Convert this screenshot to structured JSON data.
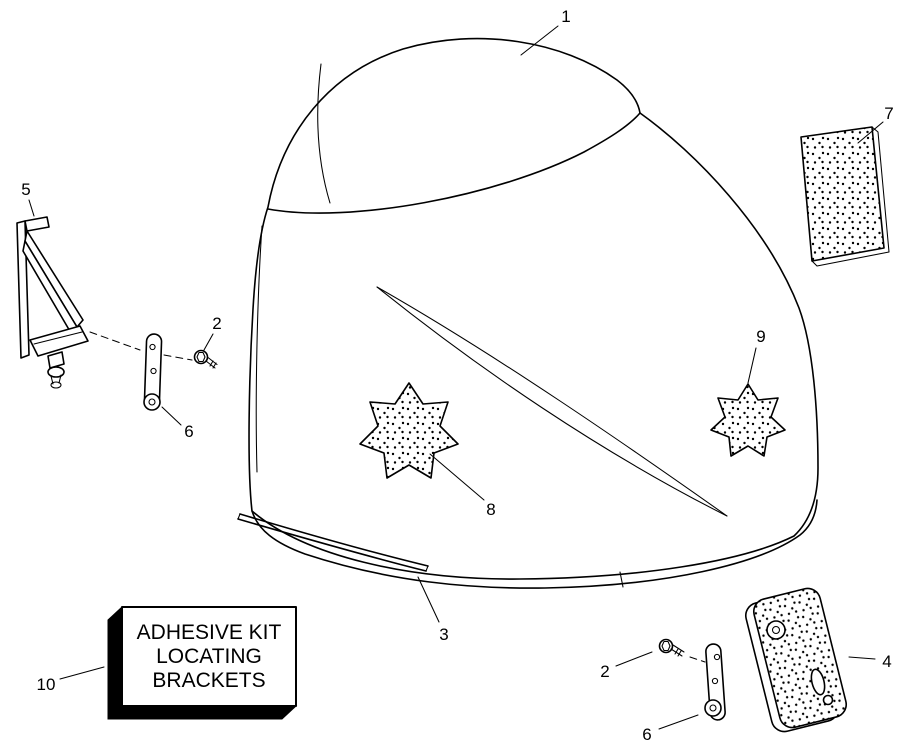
{
  "callouts": {
    "c1": "1",
    "c2_left": "2",
    "c2_right": "2",
    "c3": "3",
    "c4": "4",
    "c5": "5",
    "c6_left": "6",
    "c6_right": "6",
    "c7": "7",
    "c8": "8",
    "c9": "9",
    "c10": "10"
  },
  "adhesive_box": {
    "line1": "ADHESIVE KIT",
    "line2": "LOCATING",
    "line3": "BRACKETS"
  },
  "colors": {
    "line": "#000000",
    "background": "#ffffff"
  }
}
